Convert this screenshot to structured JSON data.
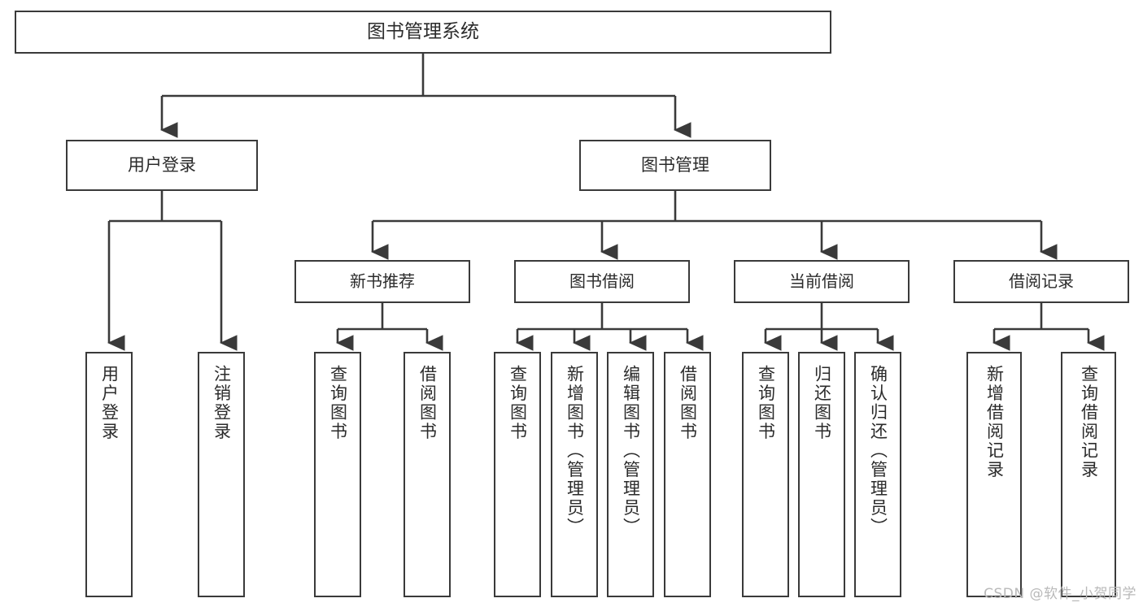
{
  "diagram": {
    "title": "图书管理系统",
    "type": "hierarchy-tree",
    "colors": {
      "box_border": "#3a3a3a",
      "box_fill": "#ffffff",
      "connector": "#3a3a3a",
      "text": "#2b2b2b",
      "watermark": "#b9b9b9",
      "background": "#ffffff"
    },
    "root": {
      "label": "图书管理系统"
    },
    "level1": [
      {
        "label": "用户登录"
      },
      {
        "label": "图书管理"
      }
    ],
    "level2": [
      {
        "label": "新书推荐"
      },
      {
        "label": "图书借阅"
      },
      {
        "label": "当前借阅"
      },
      {
        "label": "借阅记录"
      }
    ],
    "leaves": {
      "user_login": [
        {
          "label": "用户登录"
        },
        {
          "label": "注销登录"
        }
      ],
      "new_book_recommend": [
        {
          "label": "查询图书"
        },
        {
          "label": "借阅图书"
        }
      ],
      "book_borrow": [
        {
          "label": "查询图书"
        },
        {
          "label": "新增图书（管理员）"
        },
        {
          "label": "编辑图书（管理员）"
        },
        {
          "label": "借阅图书"
        }
      ],
      "current_borrow": [
        {
          "label": "查询图书"
        },
        {
          "label": "归还图书"
        },
        {
          "label": "确认归还（管理员）"
        }
      ],
      "borrow_record": [
        {
          "label": "新增借阅记录"
        },
        {
          "label": "查询借阅记录"
        }
      ]
    }
  },
  "watermark": {
    "text": "CSDN @软件_小贺同学"
  }
}
